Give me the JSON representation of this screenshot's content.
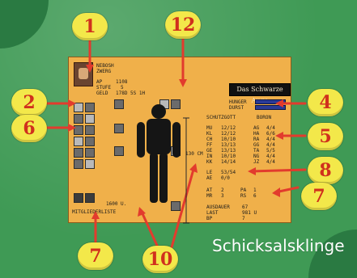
{
  "character": {
    "name": "NEBOSH",
    "race": "ZWERG",
    "ap_label": "AP",
    "ap_value": "1108",
    "level_label": "STUFE",
    "level_value": "5",
    "money_label": "GELD",
    "money_value": "178D 5S 1H",
    "hunger_label": "HUNGER",
    "thirst_label": "DURST",
    "patron_label": "SCHUTZGOTT",
    "patron_value": "BORON"
  },
  "logo_text": "Das Schwarze Auge",
  "stats_left": [
    {
      "k": "MU",
      "v": "12/12"
    },
    {
      "k": "KL",
      "v": "12/12"
    },
    {
      "k": "CH",
      "v": "10/10"
    },
    {
      "k": "FF",
      "v": "13/13"
    },
    {
      "k": "GE",
      "v": "13/13"
    },
    {
      "k": "IN",
      "v": "10/10"
    },
    {
      "k": "KK",
      "v": "14/14"
    }
  ],
  "stats_right": [
    {
      "k": "AG",
      "v": "4/4"
    },
    {
      "k": "HA",
      "v": "6/6"
    },
    {
      "k": "RA",
      "v": "4/4"
    },
    {
      "k": "GG",
      "v": "4/4"
    },
    {
      "k": "TA",
      "v": "5/5"
    },
    {
      "k": "NG",
      "v": "4/4"
    },
    {
      "k": "JZ",
      "v": "4/4"
    }
  ],
  "vitals": {
    "le_label": "LE",
    "le_value": "53/54",
    "ae_label": "AE",
    "ae_value": "0/0"
  },
  "combat": {
    "at_label": "AT",
    "at_value": "2",
    "pa_label": "PA",
    "pa_value": "1",
    "mr_label": "MR",
    "mr_value": "3",
    "rs_label": "RS",
    "rs_value": "6"
  },
  "misc": {
    "endurance_label": "AUSDAUER",
    "endurance_value": "67",
    "load_label": "LAST",
    "load_value": "981 U",
    "bp_label": "BP",
    "bp_value": "7"
  },
  "height_label": "130 CM",
  "weight_label": "1600 U.",
  "members_label": "MITGLIEDERLISTE",
  "callouts": [
    "1",
    "12",
    "2",
    "4",
    "6",
    "5",
    "8",
    "7",
    "7",
    "10"
  ],
  "caption": "Schicksalsklinge",
  "colors": {
    "background": "#3f9a55",
    "screen": "#f0b04a",
    "callout": "#f3e84a",
    "callout_text": "#d0301d",
    "arrow": "#e23b2d",
    "bar": "#2a3a96"
  }
}
